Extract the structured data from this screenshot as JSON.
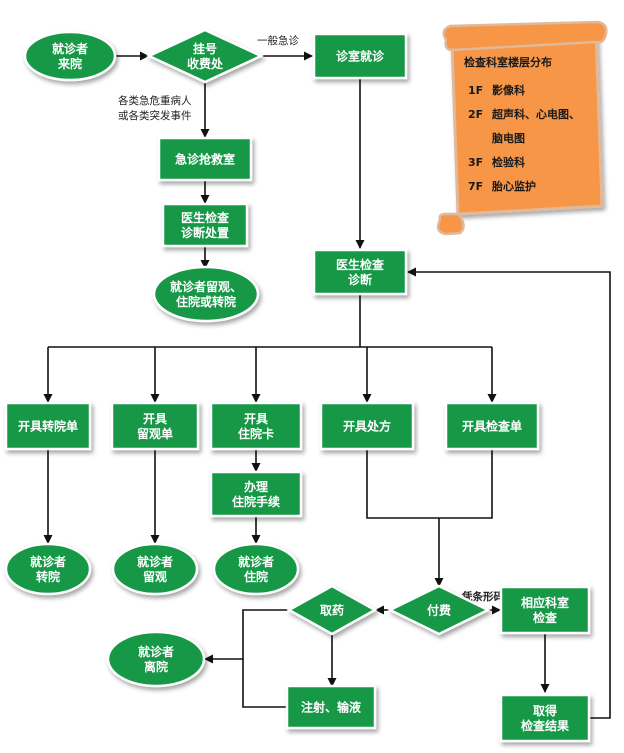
{
  "nodes": {
    "patient_arrive": [
      "就诊者",
      "来院"
    ],
    "register": [
      "挂号",
      "收费处"
    ],
    "clinic": [
      "诊室就诊"
    ],
    "emergency": [
      "急诊抢救室"
    ],
    "doctor_emergency": [
      "医生检查",
      "诊断处置"
    ],
    "patient_observe_stay": [
      "就诊者留观、",
      "住院或转院"
    ],
    "doctor_exam": [
      "医生检查",
      "诊断"
    ],
    "transfer_form": [
      "开具转院单"
    ],
    "observation_form": [
      "开具",
      "留观单"
    ],
    "admission_card": [
      "开具",
      "住院卡"
    ],
    "prescription": [
      "开具处方"
    ],
    "exam_form": [
      "开具检查单"
    ],
    "admission_procedure": [
      "办理",
      "住院手续"
    ],
    "patient_transfer": [
      "就诊者",
      "转院"
    ],
    "patient_observe": [
      "就诊者",
      "留观"
    ],
    "patient_admit": [
      "就诊者",
      "住院"
    ],
    "payment": [
      "付费"
    ],
    "get_medicine": [
      "取药"
    ],
    "dept_exam": [
      "相应科室",
      "检查"
    ],
    "patient_leave": [
      "就诊者",
      "离院"
    ],
    "injection": [
      "注射、输液"
    ],
    "get_results": [
      "取得",
      "检查结果"
    ]
  },
  "edge_labels": {
    "general": "一般急诊",
    "critical": [
      "各类急危重病人",
      "或各类突发事件"
    ],
    "receipt": "凭条形码"
  },
  "floor_guide": {
    "title": "检查科室楼层分布",
    "rows": [
      {
        "floor": "1F",
        "text": "影像科"
      },
      {
        "floor": "2F",
        "text": "超声科、心电图、"
      },
      {
        "floor": "",
        "text": "脑电图"
      },
      {
        "floor": "3F",
        "text": "检验科"
      },
      {
        "floor": "7F",
        "text": "胎心监护"
      }
    ]
  },
  "colors": {
    "node_green": "#129846",
    "node_border": "#ffffff",
    "scroll_fill": "#f79646",
    "scroll_border": "#e0b89a",
    "line": "#111111"
  }
}
